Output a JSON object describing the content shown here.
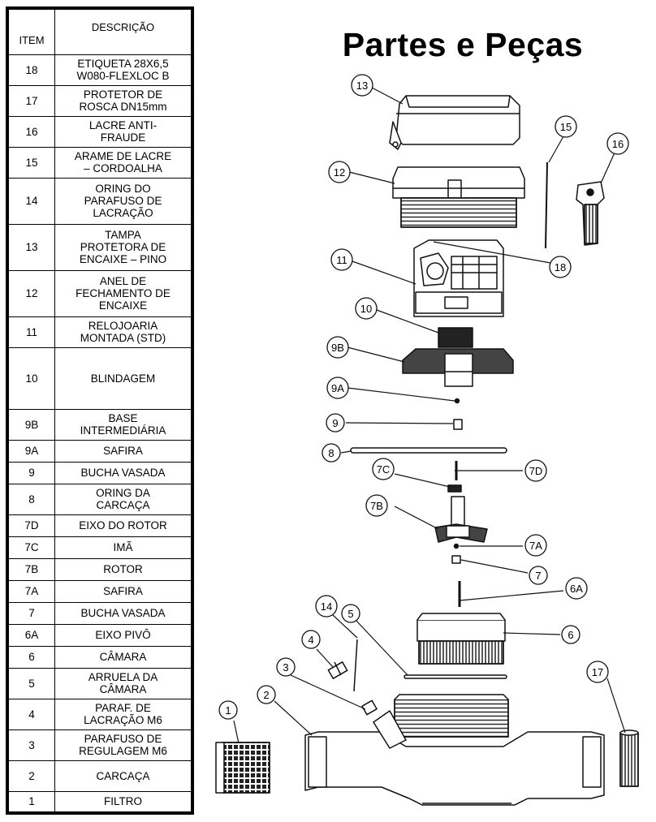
{
  "title": "Partes e Peças",
  "table": {
    "header": {
      "item": "ITEM",
      "description": "DESCRIÇÃO"
    },
    "rows": [
      {
        "item": "18",
        "description": [
          "ETIQUETA 28X6,5",
          "W080-FLEXLOC B"
        ]
      },
      {
        "item": "17",
        "description": [
          "PROTETOR DE",
          "ROSCA DN15mm"
        ]
      },
      {
        "item": "16",
        "description": [
          "LACRE ANTI-",
          "FRAUDE"
        ]
      },
      {
        "item": "15",
        "description": [
          "ARAME DE LACRE",
          "– CORDOALHA"
        ]
      },
      {
        "item": "14",
        "description": [
          "ORING DO",
          "PARAFUSO DE",
          "LACRAÇÃO"
        ]
      },
      {
        "item": "13",
        "description": [
          "TAMPA",
          "PROTETORA DE",
          "ENCAIXE – PINO"
        ]
      },
      {
        "item": "12",
        "description": [
          "ANEL DE",
          "FECHAMENTO DE",
          "ENCAIXE"
        ]
      },
      {
        "item": "11",
        "description": [
          "RELOJOARIA",
          "MONTADA (STD)"
        ]
      },
      {
        "item": "10",
        "description": [
          "BLINDAGEM"
        ]
      },
      {
        "item": "9B",
        "description": [
          "BASE",
          "INTERMEDIÁRIA"
        ]
      },
      {
        "item": "9A",
        "description": [
          "SAFIRA"
        ]
      },
      {
        "item": "9",
        "description": [
          "BUCHA VASADA"
        ]
      },
      {
        "item": "8",
        "description": [
          "ORING DA",
          "CARCAÇA"
        ]
      },
      {
        "item": "7D",
        "description": [
          "EIXO DO ROTOR"
        ]
      },
      {
        "item": "7C",
        "description": [
          "IMÃ"
        ]
      },
      {
        "item": "7B",
        "description": [
          "ROTOR"
        ]
      },
      {
        "item": "7A",
        "description": [
          "SAFIRA"
        ]
      },
      {
        "item": "7",
        "description": [
          "BUCHA VASADA"
        ]
      },
      {
        "item": "6A",
        "description": [
          "EIXO PIVÔ"
        ]
      },
      {
        "item": "6",
        "description": [
          "CÂMARA"
        ]
      },
      {
        "item": "5",
        "description": [
          "ARRUELA DA",
          "CÂMARA"
        ]
      },
      {
        "item": "4",
        "description": [
          "PARAF. DE",
          "LACRAÇÃO M6"
        ]
      },
      {
        "item": "3",
        "description": [
          "PARAFUSO DE",
          "REGULAGEM M6"
        ]
      },
      {
        "item": "2",
        "description": [
          "CARCAÇA"
        ]
      },
      {
        "item": "1",
        "description": [
          "FILTRO"
        ]
      }
    ]
  },
  "callouts": [
    "13",
    "12",
    "15",
    "16",
    "11",
    "18",
    "10",
    "9B",
    "9A",
    "9",
    "8",
    "7C",
    "7D",
    "7B",
    "7A",
    "7",
    "6A",
    "14",
    "5",
    "4",
    "6",
    "3",
    "17",
    "2",
    "1"
  ]
}
